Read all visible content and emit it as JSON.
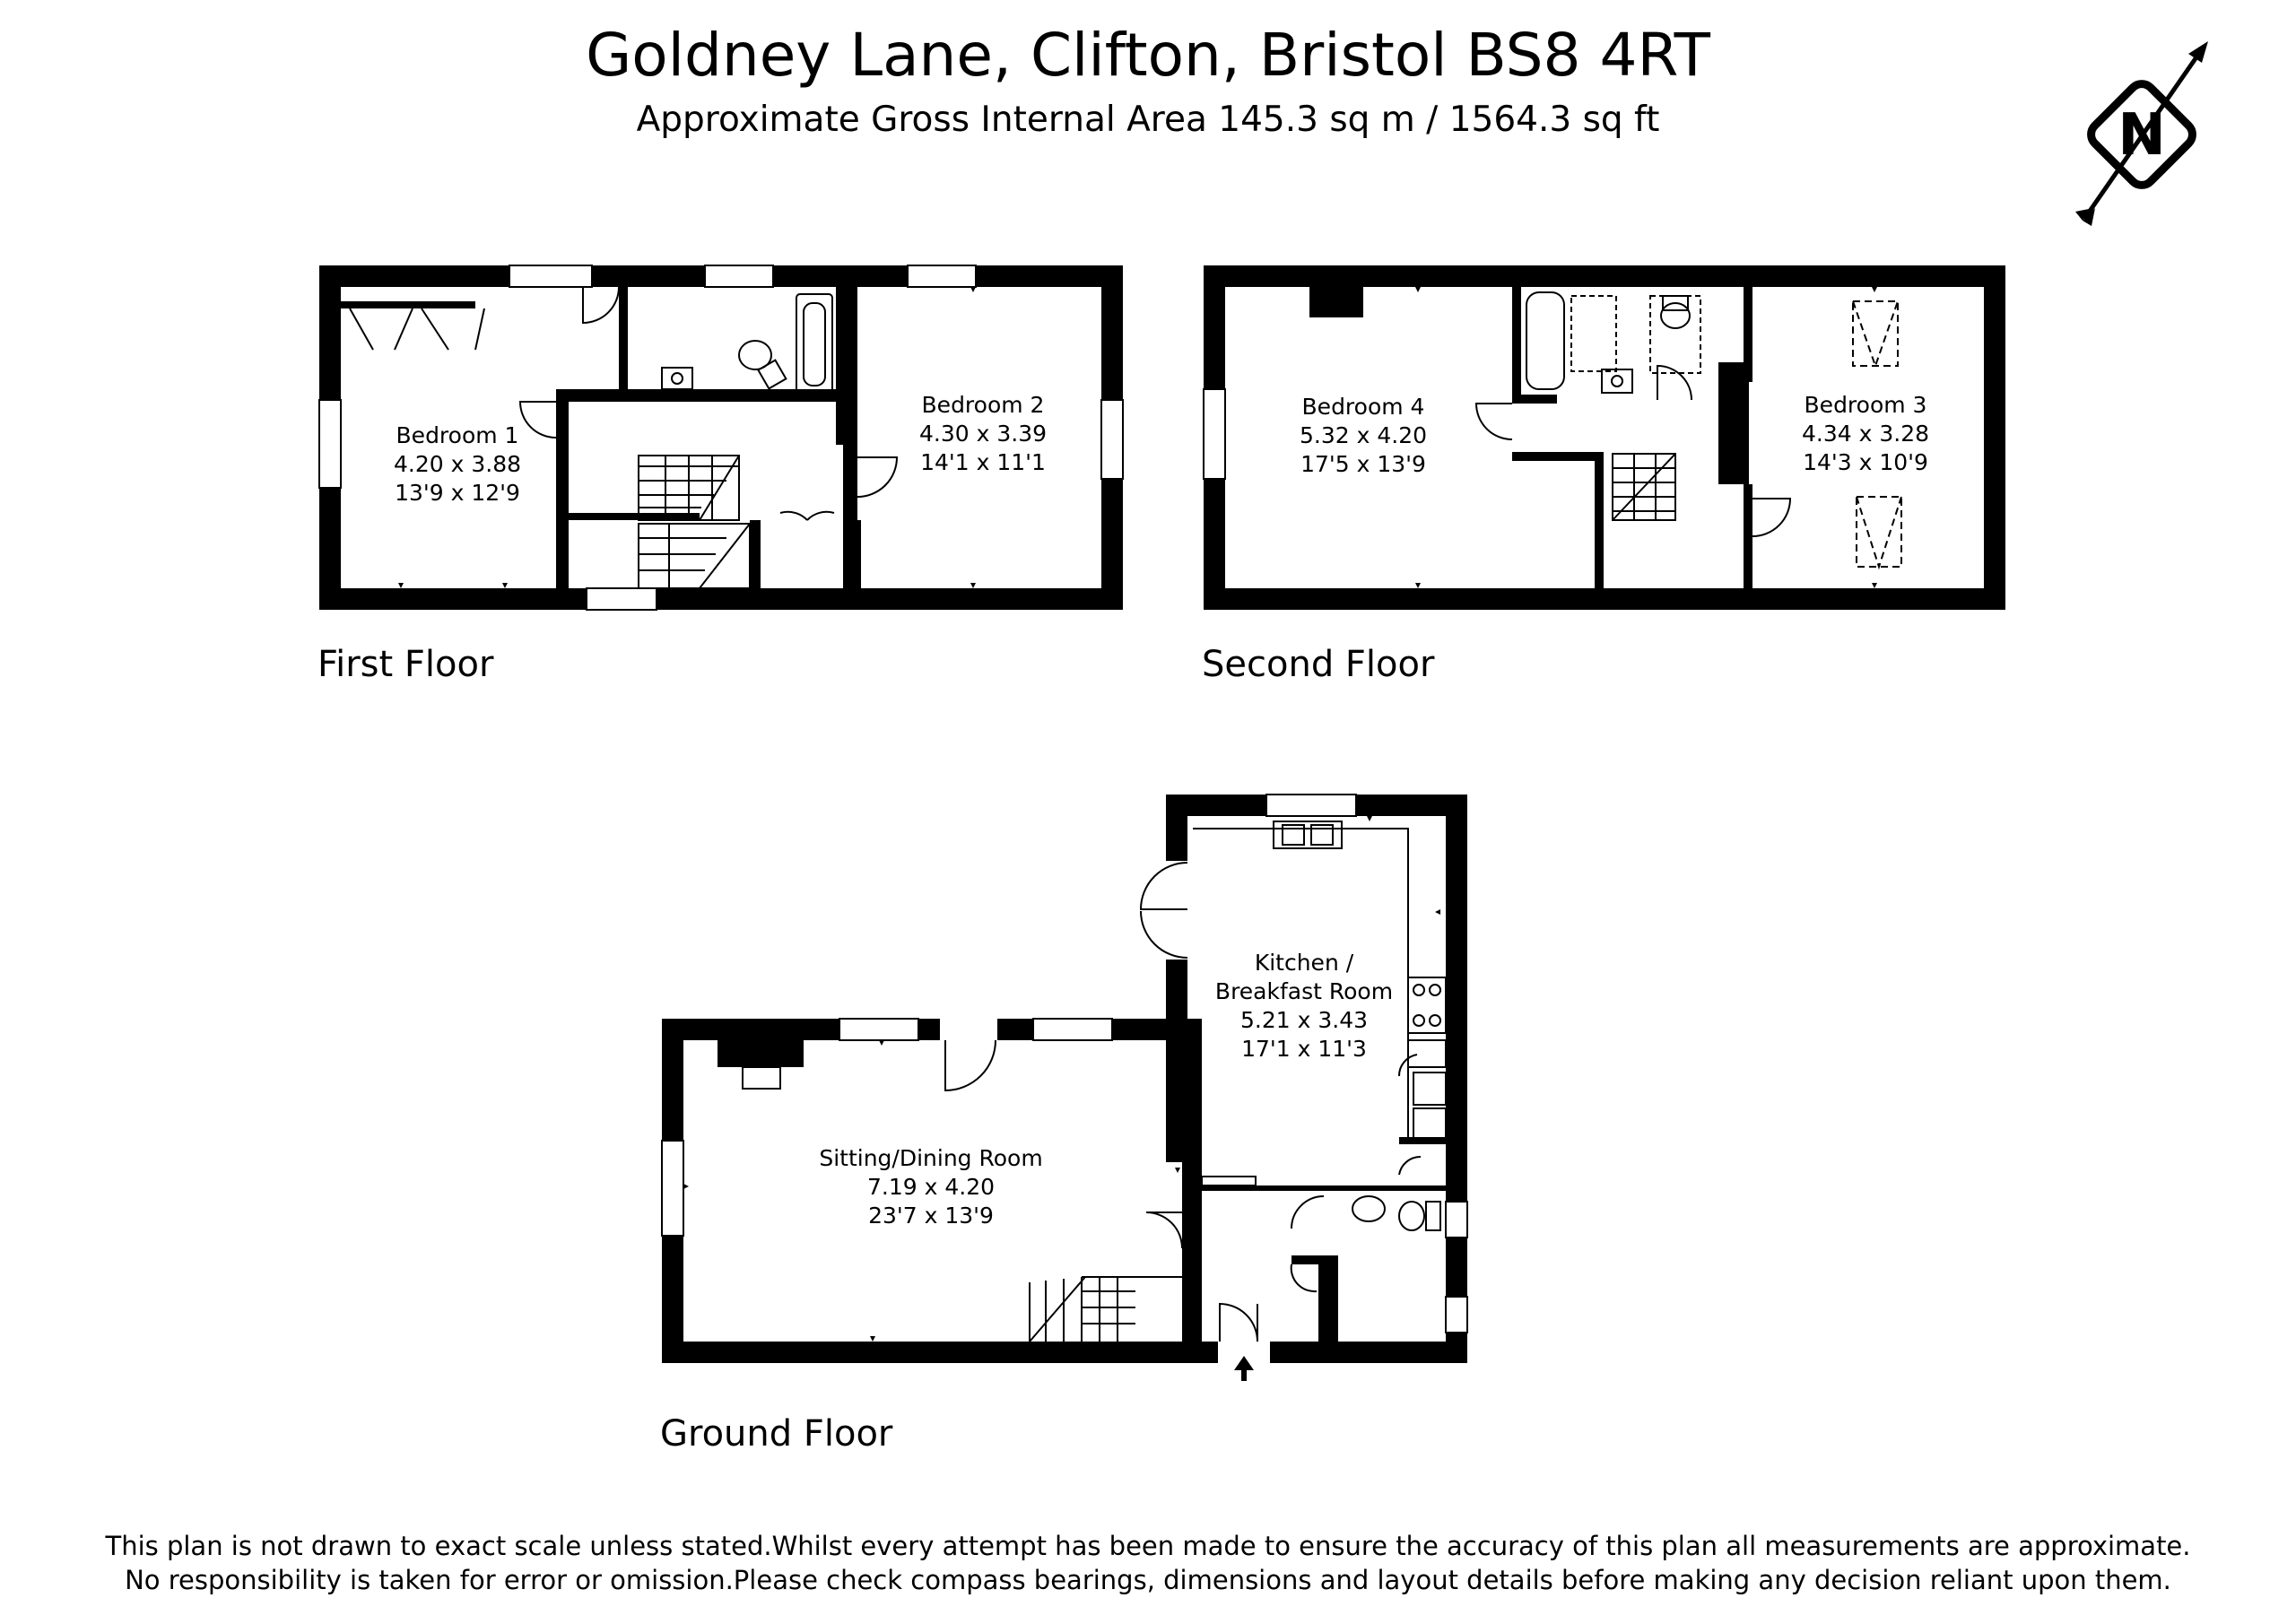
{
  "header": {
    "title": "Goldney Lane, Clifton, Bristol BS8 4RT",
    "subtitle": "Approximate Gross Internal Area 145.3 sq m / 1564.3 sq ft"
  },
  "compass": {
    "letter": "N"
  },
  "floors": {
    "first": {
      "label": "First Floor",
      "rooms": [
        {
          "name": "Bedroom 1",
          "metric": "4.20 x 3.88",
          "imperial": "13'9 x 12'9"
        },
        {
          "name": "Bedroom 2",
          "metric": "4.30 x 3.39",
          "imperial": "14'1 x 11'1"
        }
      ]
    },
    "second": {
      "label": "Second Floor",
      "rooms": [
        {
          "name": "Bedroom 4",
          "metric": "5.32 x 4.20",
          "imperial": "17'5 x 13'9"
        },
        {
          "name": "Bedroom 3",
          "metric": "4.34 x 3.28",
          "imperial": "14'3 x 10'9"
        }
      ]
    },
    "ground": {
      "label": "Ground Floor",
      "rooms": [
        {
          "name_line1": "Kitchen /",
          "name_line2": "Breakfast Room",
          "metric": "5.21 x 3.43",
          "imperial": "17'1 x 11'3"
        },
        {
          "name": "Sitting/Dining Room",
          "metric": "7.19 x 4.20",
          "imperial": "23'7 x 13'9"
        }
      ]
    }
  },
  "disclaimer": {
    "line1": "This plan is not drawn to exact scale unless stated.Whilst every attempt has been made to ensure the accuracy of this plan all measurements are approximate.",
    "line2": "No responsibility is taken for error or omission.Please check compass bearings, dimensions and layout details before making any decision reliant upon them."
  }
}
